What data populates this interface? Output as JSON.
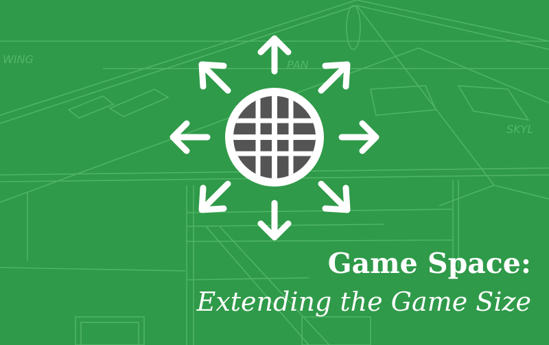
{
  "banner": {
    "background_color": "#2f9a49",
    "foreground_color": "#ffffff",
    "icon_fill_color": "#545454",
    "title": "Game Space:",
    "subtitle": "Extending the Game Size",
    "emblem": {
      "center_icon": "globe-icon",
      "arrow_icons": [
        "arrow-up-icon",
        "arrow-up-right-icon",
        "arrow-right-icon",
        "arrow-down-right-icon",
        "arrow-down-icon",
        "arrow-down-left-icon",
        "arrow-left-icon",
        "arrow-up-left-icon"
      ]
    },
    "blueprint_notes": [
      "WING",
      "PAN",
      "SKYL"
    ]
  }
}
